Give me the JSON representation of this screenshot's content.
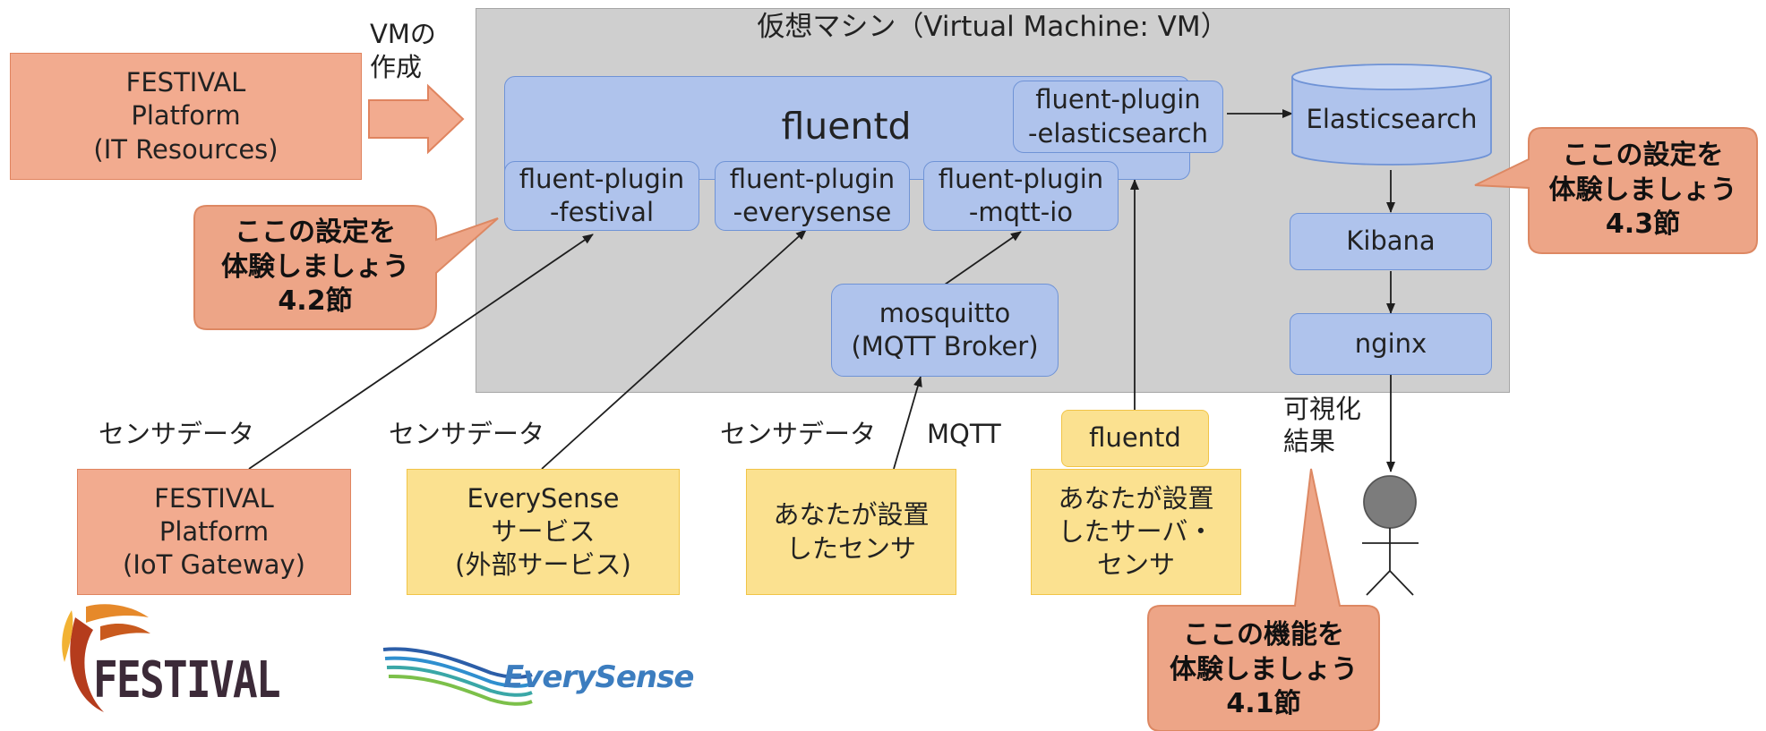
{
  "vm_title": "仮想マシン（Virtual Machine: VM）",
  "vm_create_label": "VMの\n作成",
  "festival_platform_top": "FESTIVAL\nPlatform\n(IT Resources)",
  "fluentd_main": "fluentd",
  "plugins": {
    "elasticsearch": "fluent-plugin\n-elasticsearch",
    "festival": "fluent-plugin\n-festival",
    "everysense": "fluent-plugin\n-everysense",
    "mqtt": "fluent-plugin\n-mqtt-io"
  },
  "elasticsearch": "Elasticsearch",
  "kibana": "Kibana",
  "nginx": "nginx",
  "mosquitto": "mosquitto\n(MQTT Broker)",
  "callouts": {
    "left": [
      "ここの設定を",
      "体験しましょう",
      "4.2節"
    ],
    "right": [
      "ここの設定を",
      "体験しましょう",
      "4.3節"
    ],
    "bottom": [
      "ここの機能を",
      "体験しましょう",
      "4.1節"
    ]
  },
  "sensor_data_label": "センサデータ",
  "mqtt_label": "MQTT",
  "visual_result_label": "可視化\n結果",
  "fluentd_small": "fluentd",
  "sources": {
    "festival_gateway": "FESTIVAL\nPlatform\n(IoT Gateway)",
    "everysense_service": "EverySense\nサービス\n(外部サービス)",
    "your_sensor": "あなたが設置\nしたセンサ",
    "your_server_sensor": "あなたが設置\nしたサーバ・\nセンサ"
  },
  "logos": {
    "festival": "FESTIVAL",
    "everysense": "EverySense"
  },
  "colors": {
    "vm_background": "#cfcfcf",
    "component_blue": "#afc3ec",
    "component_border": "#6f93d6",
    "festival_orange": "#f2ab8f",
    "external_yellow": "#fbe190",
    "callout_orange": "#eda587",
    "logo_festival_dark": "#3c2a38",
    "logo_everysense_blue": "#3c7dbf"
  }
}
